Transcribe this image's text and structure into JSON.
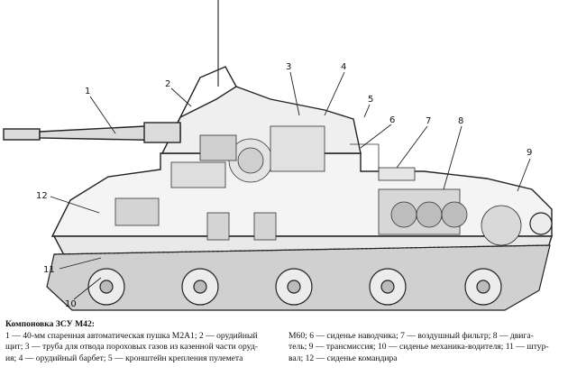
{
  "callouts": [
    "1",
    "2",
    "3",
    "4",
    "5",
    "6",
    "7",
    "8",
    "9",
    "10",
    "11",
    "12"
  ],
  "caption": {
    "title": "Компоновка ЗСУ М42:",
    "left_lines": [
      "1 — 40-мм спаренная автоматическая пушка М2А1; 2 — орудийный",
      "щит; 3 — труба для отвода пороховых газов из казенной части оруд-",
      "ия; 4 — орудийный барбет; 5 — кронштейн крепления пулемета"
    ],
    "right_lines": [
      "М60; 6 — сиденье наводчика; 7 — воздушный фильтр; 8 — двига-",
      "тель; 9 — трансмиссия; 10 — сиденье механика-водителя; 11 — штур-",
      "вал; 12 — сиденье командира"
    ]
  }
}
